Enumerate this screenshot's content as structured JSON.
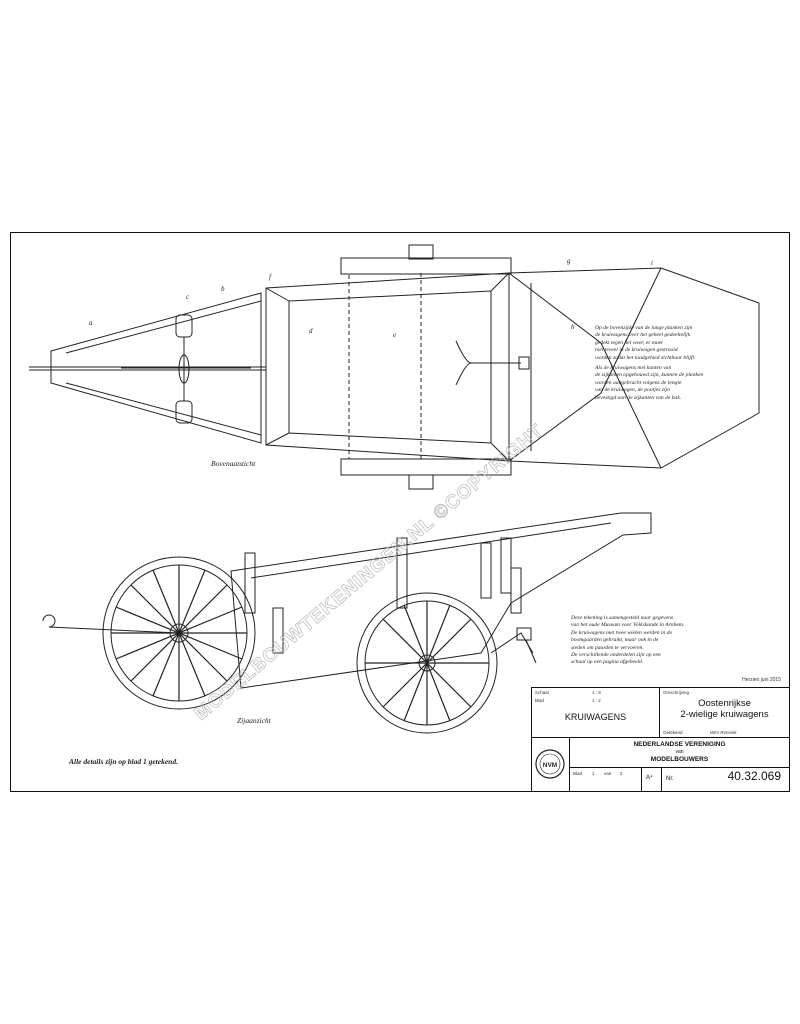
{
  "drawing": {
    "views": {
      "top": "Bovenaanzicht",
      "side": "Zijaanzicht"
    },
    "details_note": "Alle details zijn op blad 1 getekend.",
    "revision": "Herzien juni 2015",
    "watermark": "MODELBOUWTEKENINGEN.NL ©COPYRIGHT",
    "notes_top": [
      "Op de bovenzijde van de lange planken zijn",
      "de kruiwagens over het geheel gedeeltelijk",
      "gedekt tegen het weer, er moet",
      "niet teveel in de kruiwagen gestrooid",
      "worden zodat het laadgebied zichtbaar blijft.",
      "Als de kruiwagens met kanten van",
      "de zijkanten opgebouwd zijn, kunnen de planken",
      "worden aangebracht volgens de lengte",
      "van de kruiwagen, de pootjes zijn",
      "bevestigd aan de zijkanten van de bak."
    ],
    "notes_side": [
      "Deze tekening is samengesteld naar gegevens",
      "van het oude Museum voor Volkskunde in Arnhem.",
      "De kruiwagens met twee wielen werden in de",
      "boomgaarden gebruikt, maar ook in de",
      "steden om paarden te vervoeren.",
      "De verschillende onderdelen zijn op een",
      "schaal op een pagina afgebeeld."
    ],
    "part_letters": [
      "a",
      "b",
      "c",
      "d",
      "e",
      "f",
      "g",
      "h",
      "i"
    ]
  },
  "title_block": {
    "scale_label": "Schaal",
    "scale_value": "1 : 8",
    "drawing_label": "Blad",
    "drawing_value": "1 : 2",
    "category": "KRUIWAGENS",
    "title_label": "Omschrijving",
    "title_line1": "Oostenrijkse",
    "title_line2": "2-wielige kruiwagens",
    "author_label": "Getekend",
    "author": "Wim Rensink",
    "org_line1": "NEDERLANDSE VERENIGING",
    "org_line2": "van",
    "org_line3": "MODELBOUWERS",
    "sheet_label": "Blad",
    "sheet_value": "1",
    "of_label": "van",
    "of_value": "2",
    "size": "A⁴",
    "number_label": "Nr.",
    "number": "40.32.069",
    "logo_text": "NVM"
  }
}
